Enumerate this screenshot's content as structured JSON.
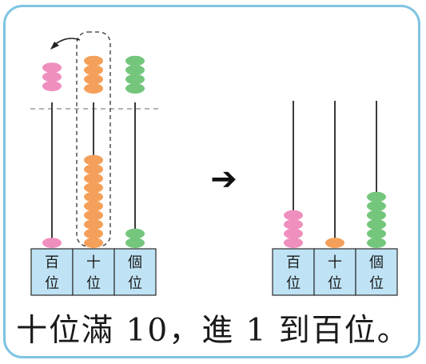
{
  "caption": "十位滿 10，進 1 到百位。",
  "arrow_glyph": "➔",
  "colors": {
    "frame": "#7ec4e2",
    "tray_fill": "#bfe3f5",
    "pink": "#ef8fbe",
    "orange": "#f5a05a",
    "green": "#74c67c"
  },
  "before": {
    "place_labels": [
      {
        "top": "百",
        "bottom": "位"
      },
      {
        "top": "十",
        "bottom": "位"
      },
      {
        "top": "個",
        "bottom": "位"
      }
    ],
    "beads_above_line": [
      3,
      4,
      4
    ],
    "beads_on_rod": [
      1,
      10,
      2
    ],
    "bead_colors": [
      "pink",
      "orange",
      "green"
    ]
  },
  "after": {
    "place_labels": [
      {
        "top": "百",
        "bottom": "位"
      },
      {
        "top": "十",
        "bottom": "位"
      },
      {
        "top": "個",
        "bottom": "位"
      }
    ],
    "beads_on_rod": [
      4,
      1,
      6
    ],
    "bead_colors": [
      "pink",
      "orange",
      "green"
    ]
  }
}
